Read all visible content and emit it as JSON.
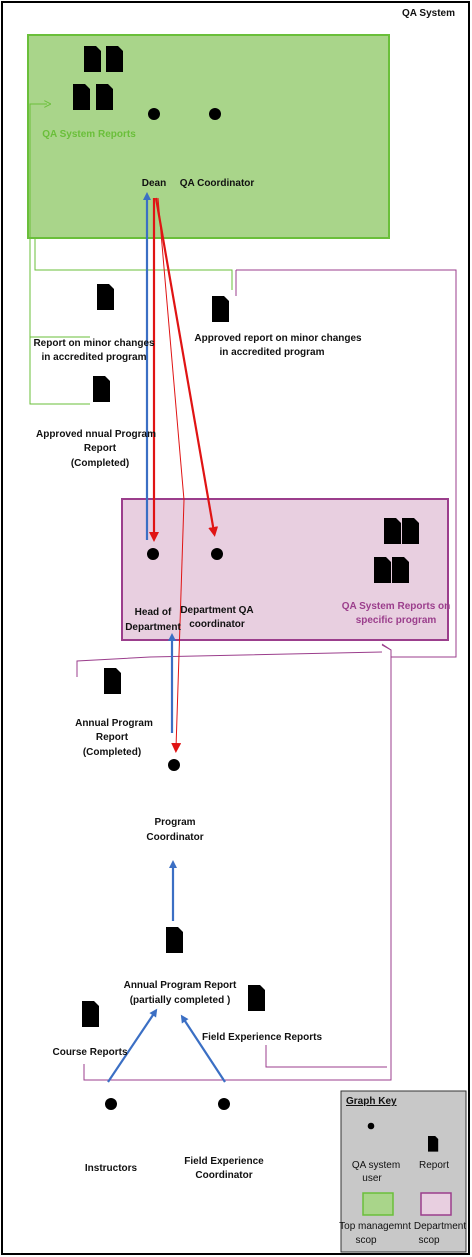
{
  "title": "QA System",
  "colors": {
    "top_scope_fill": "#a9d58a",
    "top_scope_border": "#6abf3a",
    "dept_scope_fill": "#e8cfe0",
    "dept_scope_border": "#9b3e8c",
    "blue_flow": "#3b6fc4",
    "red_flow": "#e01414",
    "green_link": "#6abf3a",
    "purple_link": "#9b3e8c"
  },
  "top_scope": {
    "reports_label": "QA System Reports",
    "actors": [
      "Dean",
      "QA Coordinator"
    ]
  },
  "dept_scope": {
    "reports_label": [
      "QA System Reports on",
      "specific program"
    ],
    "actors": {
      "head": [
        "Head of",
        "Department"
      ],
      "dqa": [
        "Department QA",
        "coordinator"
      ]
    }
  },
  "reports": {
    "minor_changes": [
      "Report on minor changes",
      "in accredited program"
    ],
    "approved_minor": [
      "Approved report on minor changes",
      "in accredited program"
    ],
    "approved_annual": [
      "Approved nnual Program",
      "Report",
      "(Completed)"
    ],
    "annual_completed": [
      "Annual Program",
      "Report",
      "(Completed)"
    ],
    "annual_partial": [
      "Annual Program Report",
      "(partially completed )"
    ],
    "field_experience": "Field Experience Reports",
    "course": "Course Reports"
  },
  "actors": {
    "program_coordinator": [
      "Program",
      "Coordinator"
    ],
    "instructors": "Instructors",
    "field_coordinator": [
      "Field Experience",
      "Coordinator"
    ]
  },
  "graph_key": {
    "title": "Graph Key",
    "user": [
      "QA system",
      "user"
    ],
    "report": "Report",
    "top": [
      "Top managemnt",
      "scop"
    ],
    "dept": [
      "Department",
      "scop"
    ]
  }
}
